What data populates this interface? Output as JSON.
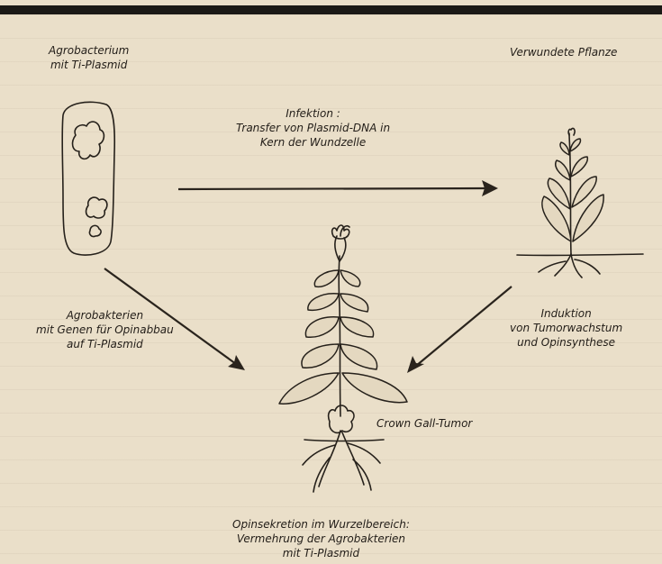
{
  "labels": {
    "agrobacterium": [
      "Agrobacterium",
      "mit Ti-Plasmid"
    ],
    "wounded_plant": [
      "Verwundete Pflanze"
    ],
    "infection": [
      "Infektion :",
      "Transfer von Plasmid-DNA in",
      "Kern der Wundzelle"
    ],
    "genes": [
      "Agrobakterien",
      "mit Genen für Opinabbau",
      "auf Ti-Plasmid"
    ],
    "induction": [
      "Induktion",
      "von Tumorwachstum",
      "und Opinsynthese"
    ],
    "tumor": [
      "Crown Gall-Tumor"
    ],
    "secretion": [
      "Opinsekretion im Wurzelbereich:",
      "Vermehrung der Agrobakterien",
      "mit Ti-Plasmid"
    ]
  }
}
